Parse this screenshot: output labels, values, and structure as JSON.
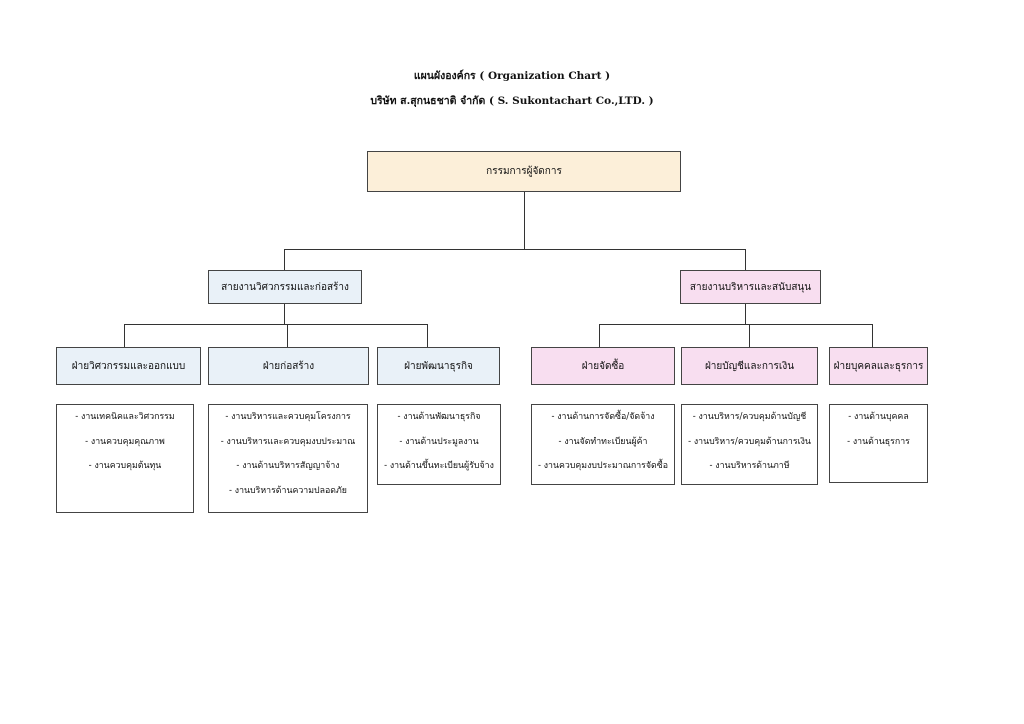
{
  "title": "แผนผังองค์กร ( Organization Chart )",
  "subtitle": "บริษัท  ส.สุกนธชาติ จำกัด ( S. Sukontachart Co.,LTD. )",
  "ceo": "กรรมการผู้จัดการ",
  "divisions": {
    "engineering": "สายงานวิศวกรรมและก่อสร้าง",
    "admin": "สายงานบริหารและสนับสนุน"
  },
  "departments": [
    {
      "name": "ฝ่ายวิศวกรรมและออกแบบ",
      "items": [
        "- งานเทคนิคและวิศวกรรม",
        "- งานควบคุมคุณภาพ",
        "- งานควบคุมต้นทุน"
      ]
    },
    {
      "name": "ฝ่ายก่อสร้าง",
      "items": [
        "- งานบริหารและควบคุมโครงการ",
        "- งานบริหารและควบคุมงบประมาณ",
        "- งานด้านบริหารสัญญาจ้าง",
        "- งานบริหารด้านความปลอดภัย"
      ]
    },
    {
      "name": "ฝ่ายพัฒนาธุรกิจ",
      "items": [
        "- งานด้านพัฒนาธุรกิจ",
        "- งานด้านประมูลงาน",
        "- งานด้านขึ้นทะเบียนผู้รับจ้าง"
      ]
    },
    {
      "name": "ฝ่ายจัดซื้อ",
      "items": [
        "- งานด้านการจัดซื้อ/จัดจ้าง",
        "- งานจัดทำทะเบียนผู้ค้า",
        "- งานควบคุมงบประมาณการจัดซื้อ"
      ]
    },
    {
      "name": "ฝ่ายบัญชีและการเงิน",
      "items": [
        "- งานบริหาร/ควบคุมด้านบัญชี",
        "- งานบริหาร/ควบคุมด้านการเงิน",
        "- งานบริหารด้านภาษี"
      ]
    },
    {
      "name": "ฝ่ายบุคคลและธุรการ",
      "items": [
        "- งานด้านบุคคล",
        "- งานด้านธุรการ"
      ]
    }
  ]
}
